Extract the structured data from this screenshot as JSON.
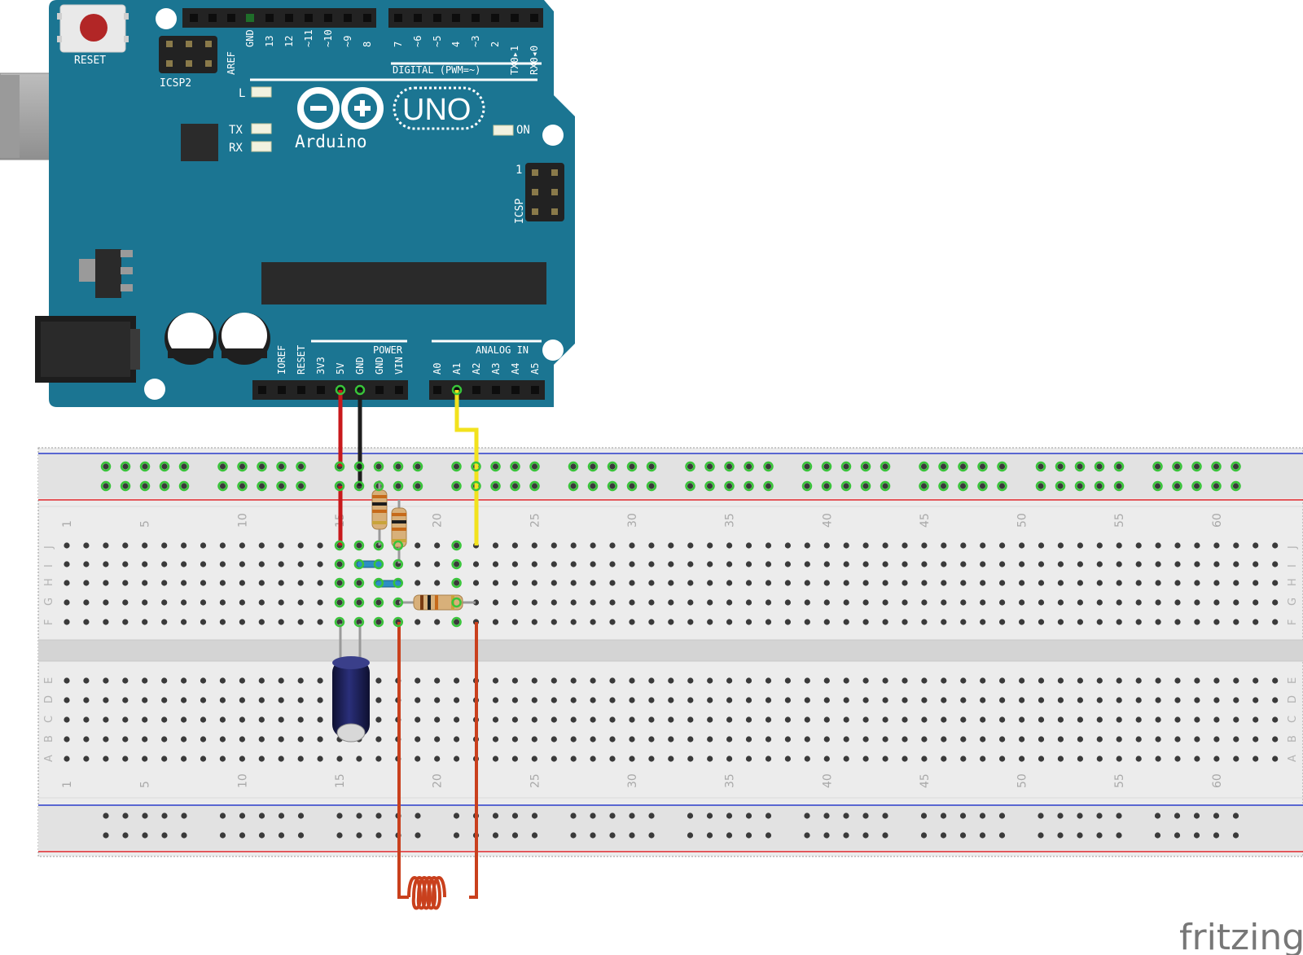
{
  "board": {
    "brand": "Arduino",
    "model": "UNO",
    "reset_label": "RESET",
    "icsp2_label": "ICSP2",
    "icsp_label": "ICSP",
    "icsp_pin1": "1",
    "led_l": "L",
    "led_tx": "TX",
    "led_rx": "RX",
    "led_on": "ON",
    "digital_header": "DIGITAL (PWM=~)",
    "digital_pins": [
      "AREF",
      "GND",
      "13",
      "12",
      "~11",
      "~10",
      "~9",
      "8",
      "7",
      "~6",
      "~5",
      "4",
      "~3",
      "2",
      "TX0▸1",
      "RX0◂0"
    ],
    "power_header": "POWER",
    "power_pins": [
      "IOREF",
      "RESET",
      "3V3",
      "5V",
      "GND",
      "GND",
      "VIN"
    ],
    "analog_header": "ANALOG IN",
    "analog_pins": [
      "A0",
      "A1",
      "A2",
      "A3",
      "A4",
      "A5"
    ],
    "color": "#1b7592"
  },
  "breadboard": {
    "column_numbers": [
      "1",
      "5",
      "10",
      "15",
      "20",
      "25",
      "30",
      "35",
      "40",
      "45",
      "50",
      "55",
      "60"
    ],
    "top_rows": [
      "J",
      "I",
      "H",
      "G",
      "F"
    ],
    "bottom_rows": [
      "E",
      "D",
      "C",
      "B",
      "A"
    ],
    "rail_colors": {
      "positive": "#e0262b",
      "negative": "#2b3dc9"
    }
  },
  "wires": [
    {
      "name": "5v-wire",
      "color": "#c8191c"
    },
    {
      "name": "gnd-wire",
      "color": "#1e1e1e"
    },
    {
      "name": "a1-signal-wire",
      "color": "#f2e21d"
    },
    {
      "name": "coil-antenna",
      "color": "#c9401d"
    }
  ],
  "watermark": "fritzing"
}
